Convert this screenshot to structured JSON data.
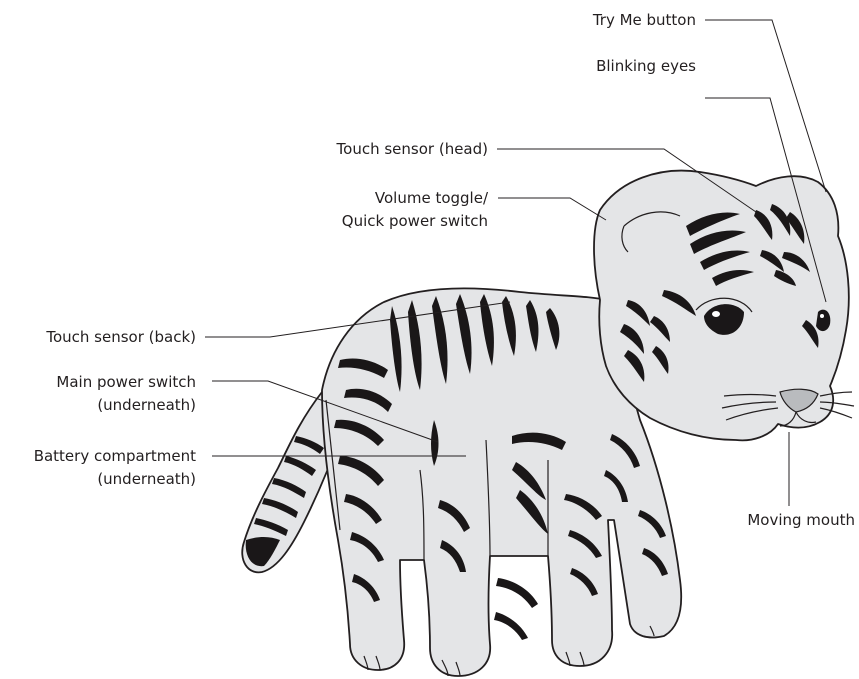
{
  "figure": {
    "labels": {
      "try_me_button": "Try Me button",
      "blinking_eyes": "Blinking eyes",
      "touch_sensor_head": "Touch sensor (head)",
      "volume_toggle_line1": "Volume toggle/",
      "volume_toggle_line2": "Quick power switch",
      "touch_sensor_back": "Touch sensor (back)",
      "main_power_line1": "Main power switch",
      "main_power_line2": "(underneath)",
      "battery_line1": "Battery compartment",
      "battery_line2": "(underneath)",
      "moving_mouth": "Moving mouth"
    },
    "colors": {
      "fur": "#e4e5e7",
      "stripes": "#1a1718",
      "outline": "#231f20",
      "nose": "#b9bbbe"
    },
    "illustration": "tiger-cub-toy"
  }
}
